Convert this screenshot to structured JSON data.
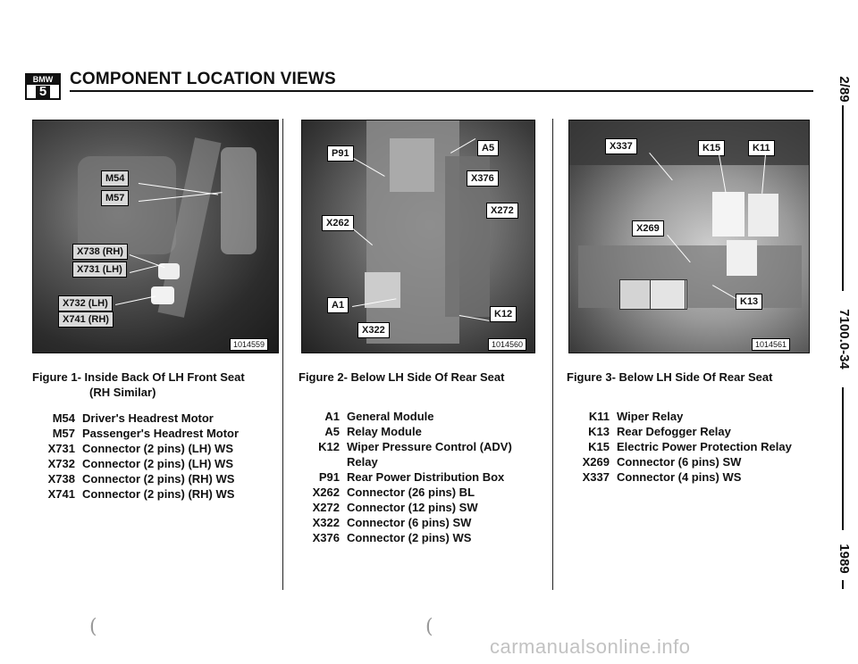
{
  "header": {
    "logo_top": "BMW",
    "logo_bottom": "5",
    "title": "COMPONENT LOCATION VIEWS"
  },
  "side": {
    "date": "2/89",
    "section_code": "7100.0-34",
    "year": "1989"
  },
  "figures": [
    {
      "photo_id": "1014559",
      "callouts": [
        "M54",
        "M57",
        "X738 (RH)",
        "X731 (LH)",
        "X732 (LH)",
        "X741 (RH)"
      ],
      "caption_label": "Figure 1-",
      "caption_text": "Inside Back Of LH Front Seat",
      "caption_text2": "(RH Similar)",
      "legend": [
        {
          "code": "M54",
          "desc": "Driver's Headrest Motor"
        },
        {
          "code": "M57",
          "desc": "Passenger's Headrest Motor"
        },
        {
          "code": "X731",
          "desc": "Connector (2 pins) (LH) WS"
        },
        {
          "code": "X732",
          "desc": "Connector (2 pins) (LH) WS"
        },
        {
          "code": "X738",
          "desc": "Connector (2 pins) (RH) WS"
        },
        {
          "code": "X741",
          "desc": "Connector (2 pins) (RH) WS"
        }
      ]
    },
    {
      "photo_id": "1014560",
      "callouts": [
        "P91",
        "A5",
        "X376",
        "X272",
        "X262",
        "A1",
        "K12",
        "X322"
      ],
      "caption_label": "Figure 2-",
      "caption_text": "Below LH Side Of Rear Seat",
      "legend": [
        {
          "code": "A1",
          "desc": "General Module"
        },
        {
          "code": "A5",
          "desc": "Relay Module"
        },
        {
          "code": "K12",
          "desc": "Wiper Pressure Control (ADV)"
        },
        {
          "code": "",
          "desc": "Relay"
        },
        {
          "code": "P91",
          "desc": "Rear Power Distribution Box"
        },
        {
          "code": "X262",
          "desc": "Connector (26 pins) BL"
        },
        {
          "code": "X272",
          "desc": "Connector (12 pins) SW"
        },
        {
          "code": "X322",
          "desc": "Connector (6 pins) SW"
        },
        {
          "code": "X376",
          "desc": "Connector (2 pins) WS"
        }
      ]
    },
    {
      "photo_id": "1014561",
      "callouts": [
        "X337",
        "K15",
        "K11",
        "X269",
        "K13"
      ],
      "caption_label": "Figure 3-",
      "caption_text": "Below LH Side Of Rear Seat",
      "legend": [
        {
          "code": "K11",
          "desc": "Wiper Relay"
        },
        {
          "code": "K13",
          "desc": "Rear Defogger Relay"
        },
        {
          "code": "K15",
          "desc": "Electric Power Protection Relay"
        },
        {
          "code": "X269",
          "desc": "Connector (6 pins) SW"
        },
        {
          "code": "X337",
          "desc": "Connector (4 pins) WS"
        }
      ]
    }
  ],
  "footer": {
    "mark_left": "(",
    "mark_right": "(",
    "watermark": "carmanualsonline.info"
  }
}
